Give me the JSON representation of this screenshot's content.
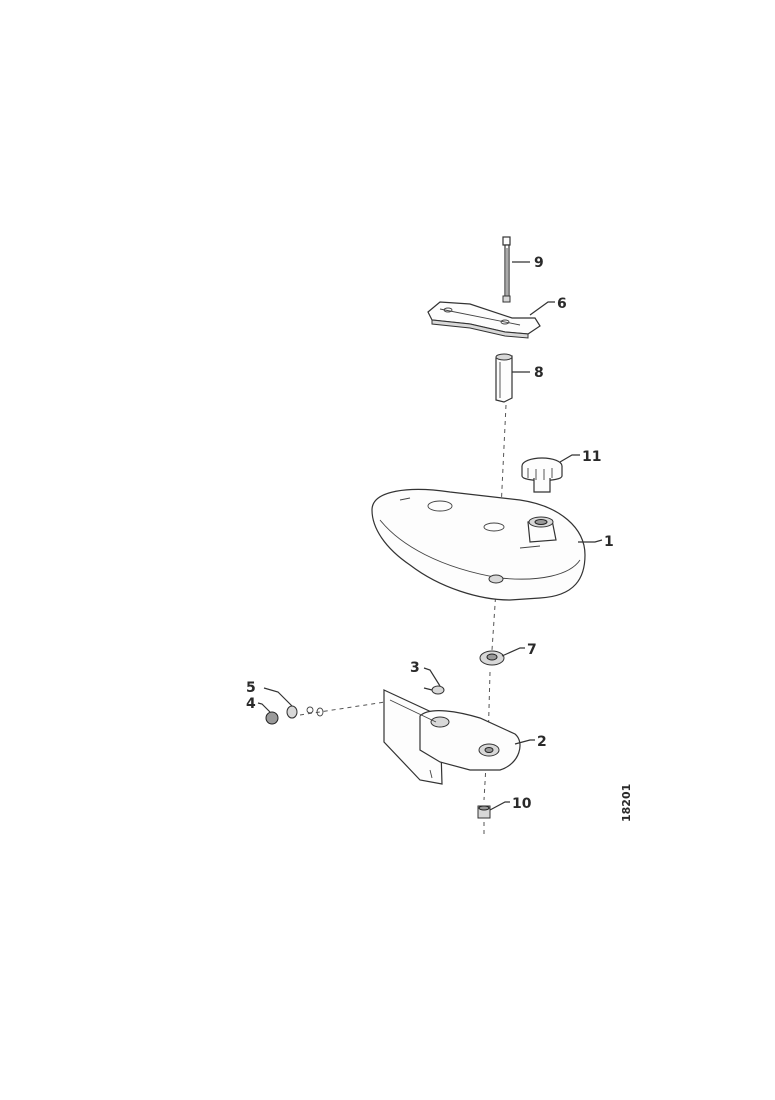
{
  "diagram": {
    "callouts": [
      {
        "id": "c1",
        "label": "1"
      },
      {
        "id": "c2",
        "label": "2"
      },
      {
        "id": "c3",
        "label": "3"
      },
      {
        "id": "c4",
        "label": "4"
      },
      {
        "id": "c5",
        "label": "5"
      },
      {
        "id": "c6",
        "label": "6"
      },
      {
        "id": "c7",
        "label": "7"
      },
      {
        "id": "c8",
        "label": "8"
      },
      {
        "id": "c9",
        "label": "9"
      },
      {
        "id": "c10",
        "label": "10"
      },
      {
        "id": "c11",
        "label": "11"
      }
    ],
    "reference": "18201"
  }
}
